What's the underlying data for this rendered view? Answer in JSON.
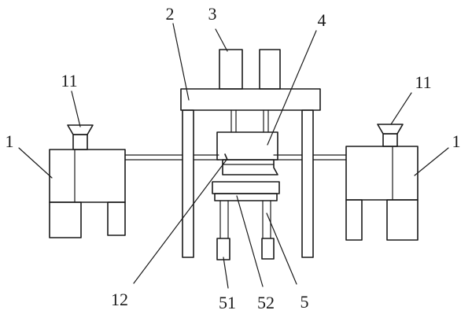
{
  "labels": {
    "l1_left": "1",
    "l1_right": "1",
    "l2": "2",
    "l3": "3",
    "l4": "4",
    "l5": "5",
    "l11_left": "11",
    "l11_right": "11",
    "l12": "12",
    "l51": "51",
    "l52": "52"
  }
}
